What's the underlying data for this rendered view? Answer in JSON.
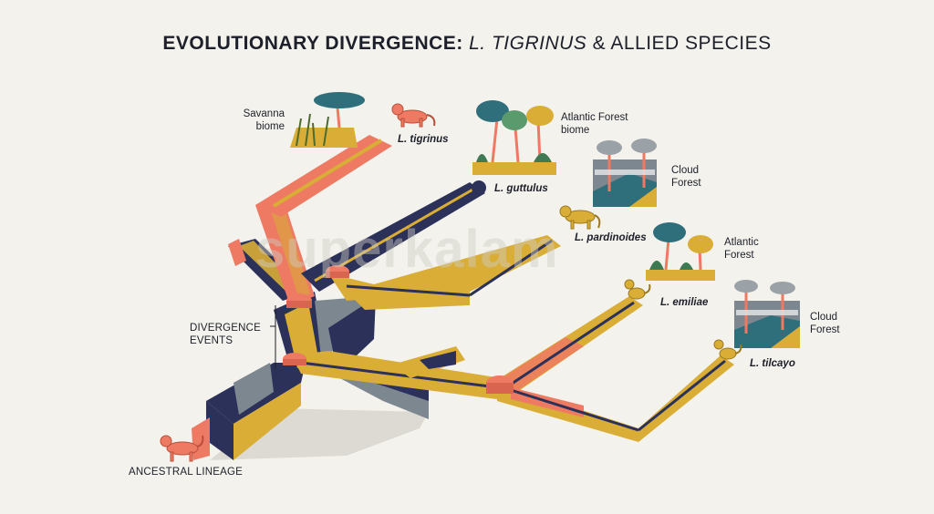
{
  "title": {
    "lead": "EVOLUTIONARY DIVERGENCE:",
    "genus": "L. TIGRINUS",
    "rest": "& ALLIED SPECIES"
  },
  "watermark": "superkalam",
  "labels": {
    "savanna": [
      "Savanna",
      "biome"
    ],
    "atlantic_forest_biome": [
      "Atlantic Forest",
      "biome"
    ],
    "cloud_forest_1": [
      "Cloud",
      "Forest"
    ],
    "atlantic_forest": [
      "Atlantic",
      "Forest"
    ],
    "cloud_forest_2": [
      "Cloud",
      "Forest"
    ],
    "divergence_events": [
      "DIVERGENCE",
      "EVENTS"
    ],
    "ancestral_lineage": "ANCESTRAL LINEAGE"
  },
  "species": {
    "tigrinus": "L. tigrinus",
    "guttulus": "L. guttulus",
    "pardinoides": "L. pardinoides",
    "emiliae": "L. emiliae",
    "tilcayo": "L. tilcayo"
  },
  "colors": {
    "navy": "#2b3158",
    "gold": "#d9ad36",
    "coral": "#ee7a63",
    "slate": "#7d8790",
    "teal": "#2f6f7c",
    "background": "#f3f2ec"
  }
}
